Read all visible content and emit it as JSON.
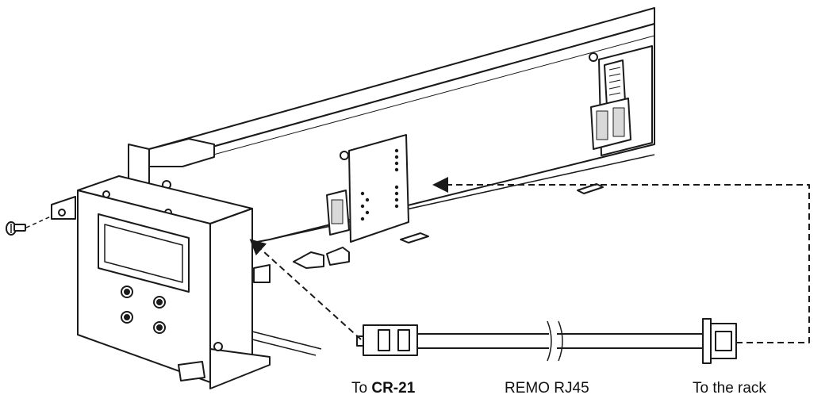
{
  "labels": {
    "to_cr21_prefix": "To ",
    "to_cr21_model": "CR-21",
    "remo_rj45": "REMO RJ45",
    "to_rack": "To the rack"
  },
  "colors": {
    "line": "#1a1a1a",
    "fill": "#ffffff",
    "shade": "#d9d9d9"
  }
}
